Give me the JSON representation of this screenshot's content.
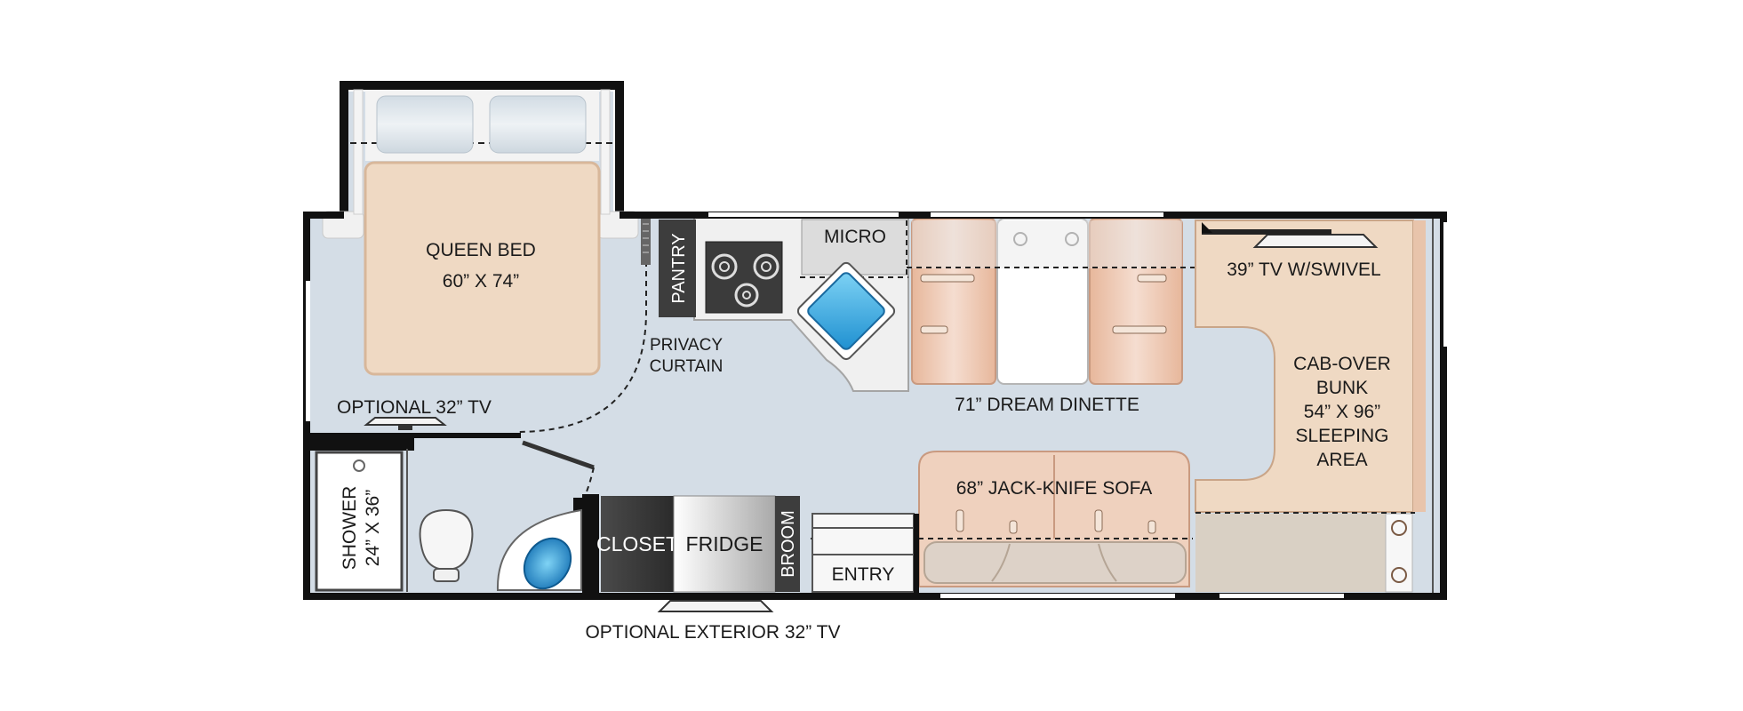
{
  "labels": {
    "queen_bed_title": "QUEEN BED",
    "queen_bed_size": "60” X 74”",
    "pantry": "PANTRY",
    "micro": "MICRO",
    "privacy_line1": "PRIVACY",
    "privacy_line2": "CURTAIN",
    "dinette": "71” DREAM DINETTE",
    "tv_swivel": "39” TV W/SWIVEL",
    "cabover_line1": "CAB-OVER",
    "cabover_line2": "BUNK",
    "cabover_line3": "54” X 96”",
    "cabover_line4": "SLEEPING",
    "cabover_line5": "AREA",
    "optional_tv": "OPTIONAL 32” TV",
    "sofa": "68” JACK-KNIFE SOFA",
    "shower_line1": "SHOWER",
    "shower_line2": "24” X 36”",
    "closet": "CLOSET",
    "fridge": "FRIDGE",
    "broom": "BROOM",
    "entry": "ENTRY",
    "exterior_tv": "OPTIONAL EXTERIOR 32” TV"
  },
  "colors": {
    "wall": "#111111",
    "floor": "#d4dde6",
    "bed": "#efd9c3",
    "cushion": "#ecc5ad",
    "counter": "#f2f2f2",
    "sink": "#2aa4e0",
    "dark_cabinet": "#3d3d3d"
  }
}
